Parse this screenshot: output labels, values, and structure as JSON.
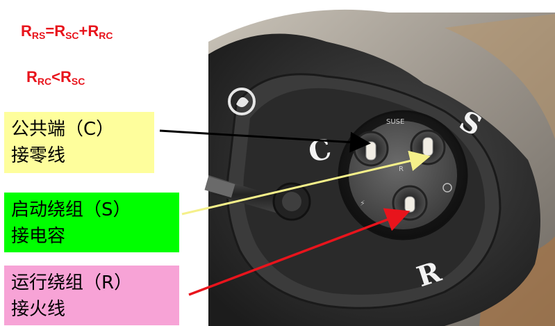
{
  "formulas": {
    "line1": {
      "r": "R",
      "rs": "RS",
      "eq": "=R",
      "sc": "SC",
      "plus": "+R",
      "rc": "RC"
    },
    "line2": {
      "r": "R",
      "rc": "RC",
      "lt": "<R",
      "sc": "SC"
    }
  },
  "labels": {
    "common": {
      "line1": "公共端（C）",
      "line2": "接零线"
    },
    "start": {
      "line1": "启动绕组（S）",
      "line2": "接电容"
    },
    "run": {
      "line1": "运行绕组（R）",
      "line2": "接火线"
    }
  },
  "terminal_letters": {
    "c": "C",
    "s": "S",
    "r": "R"
  },
  "colors": {
    "formula_text": "#e8141c",
    "common_box": "#fefe9c",
    "start_box": "#00ff00",
    "run_box": "#f7a3d6",
    "common_arrow": "#000000",
    "start_arrow": "#f5f08a",
    "run_arrow": "#e8141c"
  }
}
